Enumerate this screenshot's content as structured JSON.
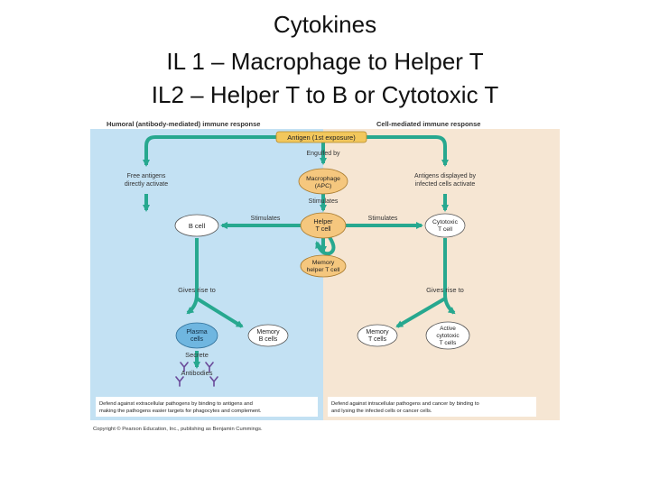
{
  "slide": {
    "title_line1": "Cytokines",
    "title_line2": "IL 1 – Macrophage to Helper T",
    "title_line3": "IL2 – Helper T to B or Cytotoxic T"
  },
  "diagram": {
    "humoral_header": "Humoral (antibody-mediated) immune response",
    "cell_header": "Cell-mediated immune response",
    "antigen": "Antigen (1st exposure)",
    "engulfed_by": "Engulfed by",
    "free_antigens_l1": "Free antigens",
    "free_antigens_l2": "directly activate",
    "antigens_displayed_l1": "Antigens displayed by",
    "antigens_displayed_l2": "infected cells activate",
    "macrophage_l1": "Macrophage",
    "macrophage_l2": "(APC)",
    "stimulates_center": "Stimulates",
    "stimulates_left": "Stimulates",
    "stimulates_right": "Stimulates",
    "b_cell": "B cell",
    "helper_l1": "Helper",
    "helper_l2": "T cell",
    "cytotoxic_l1": "Cytotoxic",
    "cytotoxic_l2": "T cell",
    "memory_helper_l1": "Memory",
    "memory_helper_l2": "helper T cell",
    "gives_rise_left": "Gives rise to",
    "gives_rise_right": "Gives rise to",
    "plasma_l1": "Plasma",
    "plasma_l2": "cells",
    "memory_b_l1": "Memory",
    "memory_b_l2": "B cells",
    "memory_t_l1": "Memory",
    "memory_t_l2": "T cells",
    "active_ctl_l1": "Active",
    "active_ctl_l2": "cytotoxic",
    "active_ctl_l3": "T cells",
    "secrete": "Secrete",
    "antibodies": "Antibodies",
    "humoral_summary_l1": "Defend against extracellular pathogens by binding to antigens and",
    "humoral_summary_l2": "making the pathogens easier targets for phagocytes and complement.",
    "cell_summary_l1": "Defend against intracellular pathogens and cancer by binding to",
    "cell_summary_l2": "and lysing the infected cells or cancer cells.",
    "copyright": "Copyright © Pearson Education, Inc., publishing as Benjamin Cummings.",
    "colors": {
      "humoral_bg": "#c3e1f3",
      "cell_bg": "#f6e6d3",
      "arrow": "#27a88f",
      "cell_fill": "#f5c77e",
      "plasma_fill": "#6fb6e0",
      "antigen_fill": "#f2c75c"
    }
  }
}
